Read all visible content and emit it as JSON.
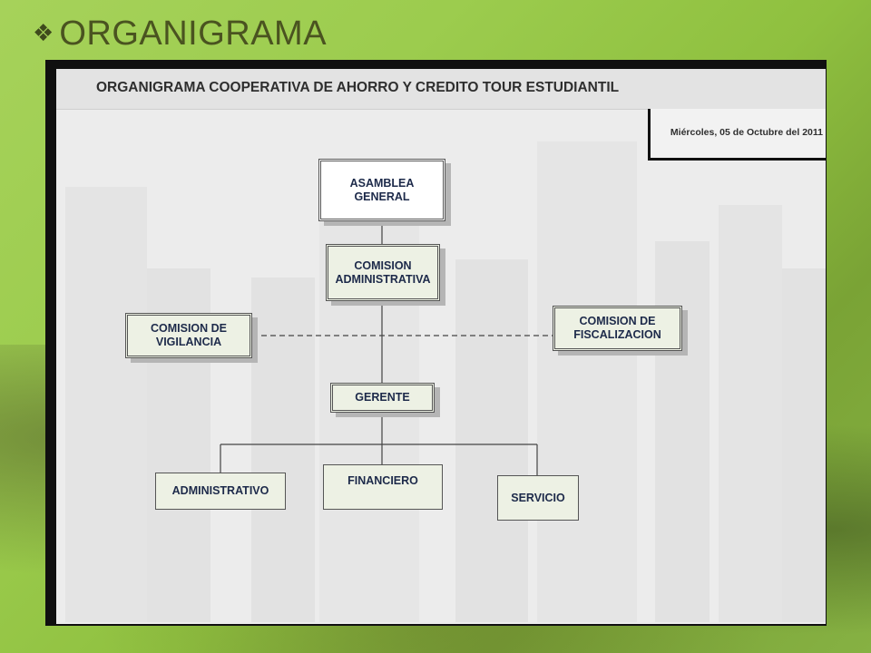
{
  "slide": {
    "bullet_icon": "diamond-bullet",
    "title": "ORGANIGRAMA"
  },
  "chart": {
    "header": "ORGANIGRAMA COOPERATIVA DE AHORRO Y CREDITO TOUR ESTUDIANTIL",
    "date": "Miércoles, 05 de Octubre del 2011"
  },
  "nodes": {
    "asamblea": "ASAMBLEA GENERAL",
    "comision_admin": "COMISION ADMINISTRATIVA",
    "comision_vigilancia": "COMISION DE VIGILANCIA",
    "comision_fiscalizacion": "COMISION DE FISCALIZACION",
    "gerente": "GERENTE",
    "administrativo": "ADMINISTRATIVO",
    "financiero": "FINANCIERO",
    "servicio": "SERVICIO"
  },
  "colors": {
    "background": "#9ccc4e",
    "title": "#4a5320",
    "box_fill": "#edf1e4",
    "box_text": "#1d2a4a"
  }
}
